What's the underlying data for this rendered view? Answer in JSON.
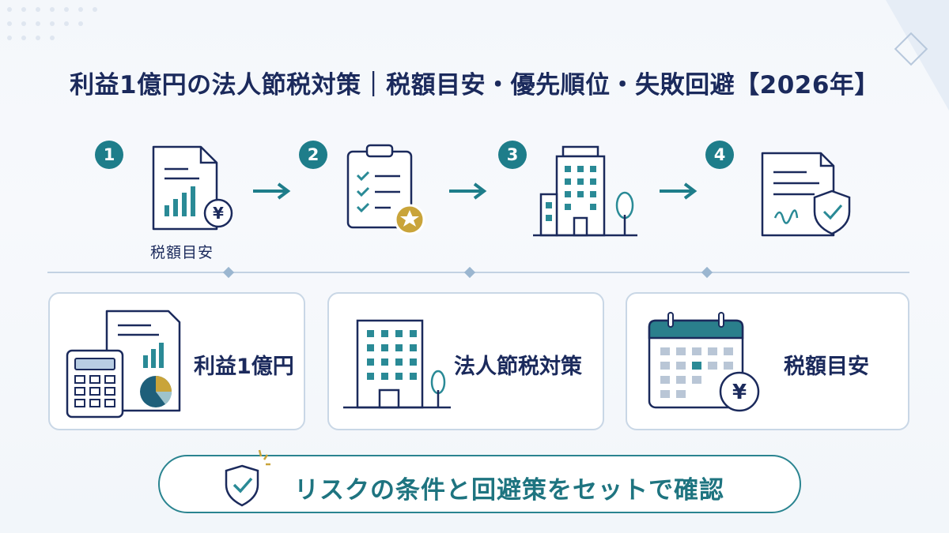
{
  "title": "利益1億円の法人節税対策｜税額目安・優先順位・失敗回避【2026年】",
  "steps": [
    {
      "number": "1",
      "label": "税額目安",
      "icon": "tax-document-yen-icon"
    },
    {
      "number": "2",
      "label": "",
      "icon": "checklist-star-icon"
    },
    {
      "number": "3",
      "label": "",
      "icon": "office-building-icon"
    },
    {
      "number": "4",
      "label": "",
      "icon": "signed-contract-shield-icon"
    }
  ],
  "cards": [
    {
      "label": "利益1億円",
      "icon": "calculator-report-icon"
    },
    {
      "label": "法人節税対策",
      "icon": "office-building-icon"
    },
    {
      "label": "税額目安",
      "icon": "calendar-yen-icon"
    }
  ],
  "footer": {
    "text": "リスクの条件と回避策をセットで確認",
    "icon": "shield-check-icon"
  },
  "colors": {
    "navy": "#1b2a5c",
    "teal": "#1e7d8a",
    "gold": "#c9a43a",
    "border": "#c9d7e6"
  }
}
